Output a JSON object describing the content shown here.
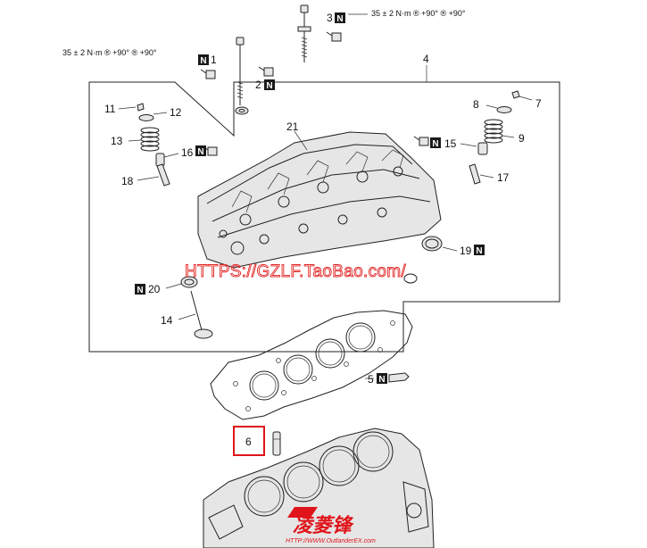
{
  "torque_specs": {
    "bolt_3": "35 ± 2 N·m ® +90° ® +90°",
    "bolt_1": "35 ± 2 N·m ® +90° ® +90°"
  },
  "callouts": {
    "c1": "1",
    "c2": "2",
    "c3": "3",
    "c4": "4",
    "c5": "5",
    "c6": "6",
    "c7": "7",
    "c8": "8",
    "c9": "9",
    "c11": "11",
    "c12": "12",
    "c13": "13",
    "c14": "14",
    "c15": "15",
    "c16": "16",
    "c17": "17",
    "c18": "18",
    "c19": "19",
    "c20": "20",
    "c21": "21"
  },
  "new_part_marker": "N",
  "watermark": "HTTPS://GZLF.TaoBao.com/",
  "logo": {
    "brand": "凌菱锋",
    "url": "HTTP://WWW.OutlanderEX.com"
  },
  "colors": {
    "line": "#222222",
    "highlight_box": "#e0151b",
    "watermark": "#e32626",
    "new_marker_bg": "#1a1a1a"
  }
}
